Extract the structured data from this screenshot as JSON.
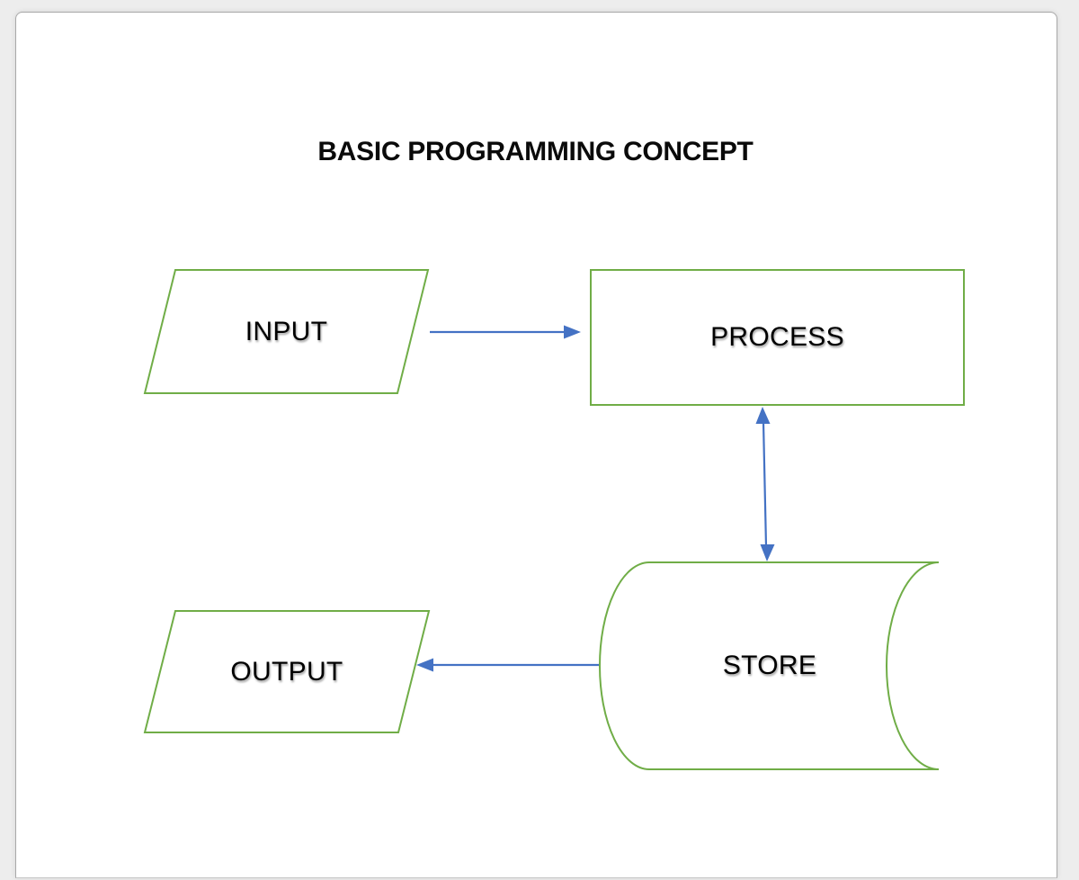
{
  "document": {
    "title": "BASIC PROGRAMMING CONCEPT"
  },
  "diagram": {
    "type": "flowchart",
    "nodes": [
      {
        "id": "input",
        "label": "INPUT",
        "shape": "parallelogram"
      },
      {
        "id": "process",
        "label": "PROCESS",
        "shape": "rectangle"
      },
      {
        "id": "store",
        "label": "STORE",
        "shape": "stored-data"
      },
      {
        "id": "output",
        "label": "OUTPUT",
        "shape": "parallelogram"
      }
    ],
    "edges": [
      {
        "from": "input",
        "to": "process",
        "direction": "forward"
      },
      {
        "from": "process",
        "to": "store",
        "direction": "both"
      },
      {
        "from": "store",
        "to": "output",
        "direction": "forward"
      }
    ],
    "colors": {
      "shape_outline": "#70AD47",
      "connector": "#4472C4",
      "text": "#000000",
      "page_background": "#ffffff",
      "canvas_background": "#ededed"
    }
  }
}
